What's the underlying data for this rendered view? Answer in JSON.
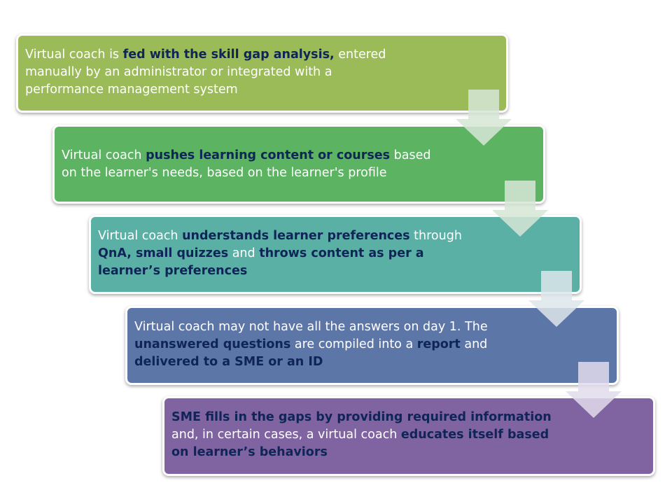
{
  "colors": {
    "step1": "#9bbb59",
    "step2": "#5cb463",
    "step3": "#5bb0a5",
    "step4": "#5d76a8",
    "step5": "#8064a2",
    "highlight_text": "#0f2557",
    "arrow": "#d6e6d6"
  },
  "steps": [
    {
      "id": "step1",
      "p1": "Virtual coach is ",
      "b1": "fed with the skill gap analysis,",
      "p2": " entered",
      "p3": "manually by an administrator or integrated with a",
      "p4": "performance management system"
    },
    {
      "id": "step2",
      "p1": "Virtual coach ",
      "b1": "pushes learning content or courses",
      "p2": " based",
      "p3": "on the learner's needs, based on the learner's profile"
    },
    {
      "id": "step3",
      "p1": "Virtual coach ",
      "b1": "understands learner preferences",
      "p2": " through",
      "b2": "QnA, small quizzes",
      "p3": " and ",
      "b3": "throws content as per a",
      "b4": "learner’s preferences"
    },
    {
      "id": "step4",
      "p1": "Virtual coach may not have all the answers on day 1. The",
      "b1": "unanswered questions",
      "p2": " are compiled into a ",
      "b2": "report",
      "p3": " and",
      "b3": "delivered to a SME or an ID"
    },
    {
      "id": "step5",
      "b1": "SME fills in the gaps by providing required information",
      "p1": "and, in certain cases, a virtual coach ",
      "b2": "educates itself based",
      "b3": "on learner’s behaviors"
    }
  ]
}
